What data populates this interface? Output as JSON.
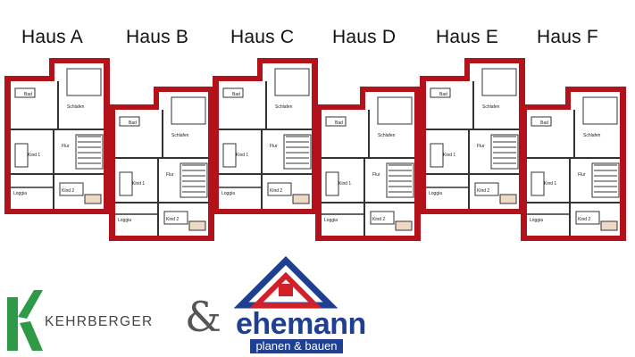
{
  "houses": [
    {
      "label": "Haus A"
    },
    {
      "label": "Haus B"
    },
    {
      "label": "Haus C"
    },
    {
      "label": "Haus D"
    },
    {
      "label": "Haus E"
    },
    {
      "label": "Haus F"
    }
  ],
  "room_labels": {
    "bad": "Bad",
    "schlafen": "Schlafen",
    "flur": "Flur",
    "kind1": "Kind 1",
    "kind2": "Kind 2",
    "loggia": "Loggia"
  },
  "logos": {
    "kehrberger": "KEHRBERGER",
    "ampersand": "&",
    "ehemann": "ehemann",
    "ehemann_sub": "planen & bauen"
  },
  "colors": {
    "wall": "#b3121a",
    "line": "#333333",
    "kehrberger_green": "#2e9a48",
    "ehemann_blue": "#1f3f93",
    "ehemann_red": "#d0202a"
  }
}
